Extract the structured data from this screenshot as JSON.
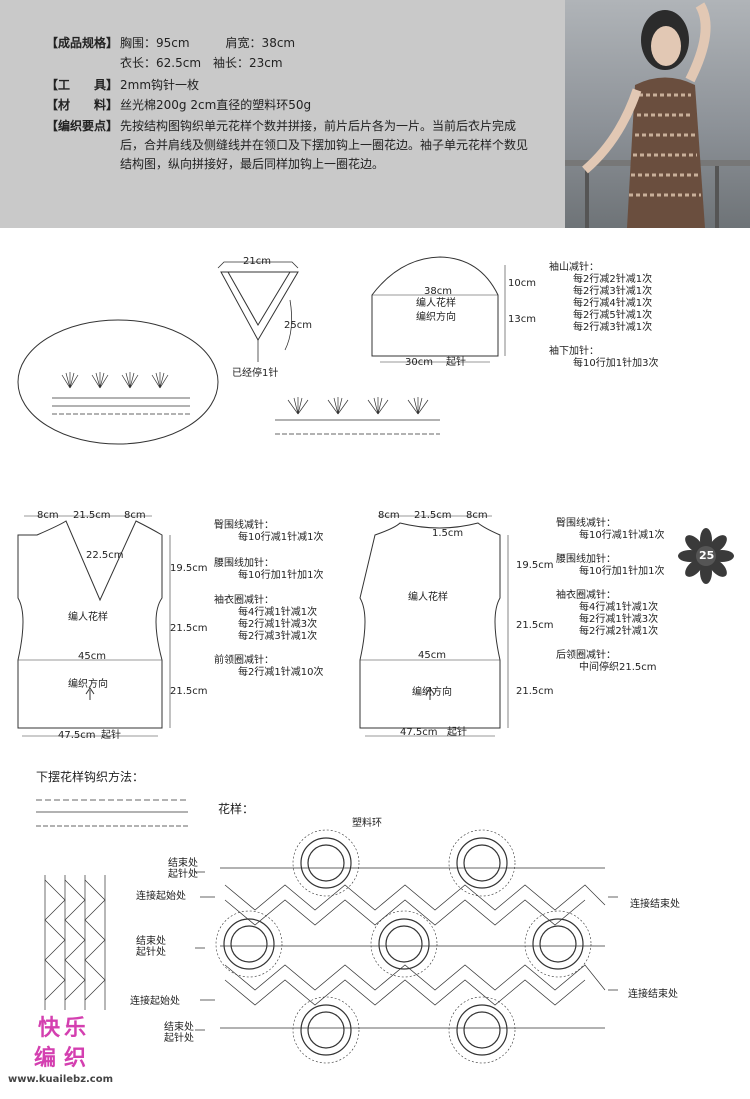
{
  "spec": {
    "size_label": "【成品规格】",
    "size_row1": "胸围：95cm　　　肩宽：38cm",
    "size_row2": "衣长：62.5cm　袖长：23cm",
    "tool_label": "【工　　具】",
    "tool_value": "2mm钩针一枚",
    "material_label": "【材　　料】",
    "material_value": "丝光棉200g 2cm直径的塑料环50g",
    "notes_label": "【编织要点】",
    "notes_value": "先按结构图钩织单元花样个数并拼接，前片后片各为一片。当前后衣片完成后，合并肩线及侧缝线并在领口及下摆加钩上一圈花边。袖子单元花样个数见结构图，纵向拼接好，最后同样加钩上一圈花边。"
  },
  "collar": {
    "top": "21cm",
    "side": "25cm",
    "note": "已经停1针"
  },
  "sleeve": {
    "width": "38cm",
    "h1": "10cm",
    "h2": "13cm",
    "pattern": "编人花样",
    "direction": "编织方向",
    "bottom": "30cm",
    "start": "起针",
    "cap_title": "袖山减针：",
    "cap": [
      "每2行减2针减1次",
      "每2行减3针减1次",
      "每2行减4针减1次",
      "每2行减5针减1次",
      "每2行减3针减1次"
    ],
    "under_title": "袖下加针：",
    "under": [
      "每10行加1针加3次"
    ]
  },
  "front": {
    "shoulder_l": "8cm",
    "neck": "21.5cm",
    "shoulder_r": "8cm",
    "v_depth": "22.5cm",
    "h1": "19.5cm",
    "h2": "21.5cm",
    "h3": "21.5cm",
    "pattern": "编人花样",
    "width_mid": "45cm",
    "direction": "编织方向",
    "width_bottom": "47.5cm",
    "start": "起针",
    "notes": [
      {
        "title": "臀围线减针：",
        "lines": [
          "每10行减1针减1次"
        ]
      },
      {
        "title": "腰围线加针：",
        "lines": [
          "每10行加1针加1次"
        ]
      },
      {
        "title": "袖衣圈减针：",
        "lines": [
          "每4行减1针减1次",
          "每2行减1针减3次",
          "每2行减3针减1次"
        ]
      },
      {
        "title": "前领圈减针：",
        "lines": [
          "每2行减1针减10次"
        ]
      }
    ]
  },
  "back": {
    "shoulder_l": "8cm",
    "neck": "21.5cm",
    "shoulder_r": "8cm",
    "neck_depth": "1.5cm",
    "h1": "19.5cm",
    "h2": "21.5cm",
    "h3": "21.5cm",
    "pattern": "编人花样",
    "width_mid": "45cm",
    "direction": "编织方向",
    "width_bottom": "47.5cm",
    "start": "起针",
    "notes": [
      {
        "title": "臀围线减针：",
        "lines": [
          "每10行减1针减1次"
        ]
      },
      {
        "title": "腰围线加针：",
        "lines": [
          "每10行加1针加1次"
        ]
      },
      {
        "title": "袖衣圈减针：",
        "lines": [
          "每4行减1针减1次",
          "每2行减1针减3次",
          "每2行减2针减1次"
        ]
      },
      {
        "title": "后领圈减针：",
        "lines": [
          "中间停织21.5cm"
        ]
      }
    ]
  },
  "page_number": "25",
  "hem_title": "下摆花样钩织方法：",
  "motif": {
    "title": "花样：",
    "ring": "塑料环",
    "end_start_1a": "结束处",
    "end_start_1b": "起针处",
    "join_start_1": "连接起始处",
    "join_end_1": "连接结束处",
    "end_start_2a": "结束处",
    "end_start_2b": "起针处",
    "join_start_2": "连接起始处",
    "join_end_2": "连接结束处",
    "end_start_3a": "结束处",
    "end_start_3b": "起针处"
  },
  "logo": {
    "text1": "快乐",
    "text2": "编织",
    "url": "www.kuailebz.com"
  }
}
